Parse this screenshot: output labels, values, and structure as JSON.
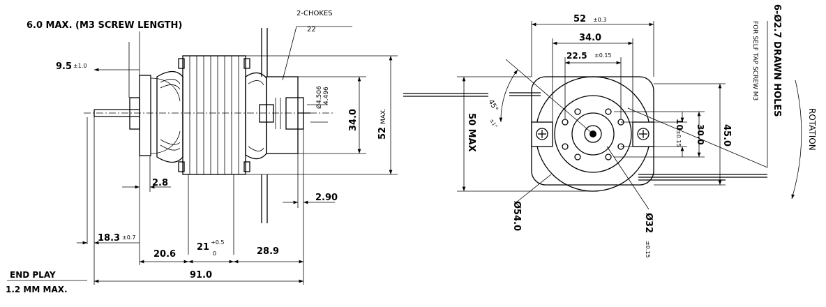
{
  "side_view": {
    "screw_note": "6.0  MAX. (M3 SCREW LENGTH)",
    "chokes_label": "2-CHOKES",
    "chokes_value": "22 ",
    "shaft_offset": "9.5",
    "shaft_offset_tol": "±1.0",
    "shaft_dia_a": "Ø4.506",
    "shaft_dia_b": "4.496",
    "height_inner": "34.0",
    "height_outer": "52",
    "height_outer_suffix": "MAX.",
    "gap_small": "2.8",
    "gap_right": "2.90",
    "shaft_len": "18.3",
    "shaft_len_tol": "±0.7",
    "seg_a": "20.6",
    "seg_b": "21",
    "seg_b_tol_up": "+0.5",
    "seg_b_tol_low": "0",
    "seg_c": "28.9",
    "overall_len": "91.0",
    "end_play_1": "END PLAY",
    "end_play_2": "1.2 MM MAX."
  },
  "front_view": {
    "width_outer": "52",
    "width_outer_tol": "±0.3",
    "width_mid": "34.0",
    "width_inner": "22.5",
    "width_inner_tol": "±0.15",
    "angle": "45°",
    "angle_tol": "±1°",
    "height_max": "50 MAX",
    "hole_space": "10",
    "hole_space_tol": "±0.15",
    "height_30": "30.0",
    "height_45": "45.0",
    "dia_54": "Ø54.0",
    "dia_32": "Ø32",
    "dia_32_tol": "±0.15",
    "holes_note": "6-Ø2.7 DRAWN HOLES",
    "holes_sub": "FOR SELF TAP SCREW M3",
    "rotation": "ROTATION"
  }
}
